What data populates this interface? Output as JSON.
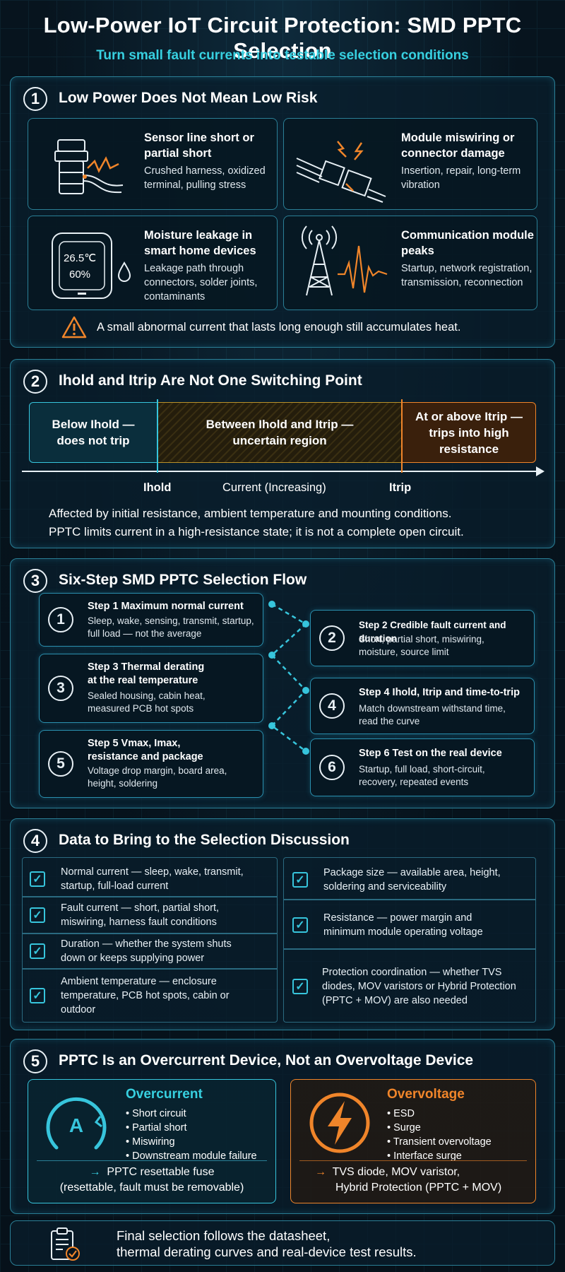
{
  "header": {
    "title": "Low-Power IoT Circuit Protection: SMD PPTC Selection",
    "subtitle": "Turn small fault currents into testable selection conditions"
  },
  "s1": {
    "num": "1",
    "title": "Low Power Does Not Mean Low Risk",
    "cards": [
      {
        "h": "Sensor line short or partial short",
        "d": "Crushed harness, oxidized terminal, pulling stress"
      },
      {
        "h": "Module miswiring or connector damage",
        "d": "Insertion, repair, long-term vibration"
      },
      {
        "h": "Moisture leakage in smart home devices",
        "d": "Leakage path through connectors, solder joints, contaminants",
        "screen_temp": "26.5℃",
        "screen_hum": "60%"
      },
      {
        "h": "Communication module peaks",
        "d": "Startup, network registration, transmission, reconnection"
      }
    ],
    "warning": "A small abnormal current that lasts long enough still accumulates heat."
  },
  "s2": {
    "num": "2",
    "title": "Ihold and Itrip Are Not One Switching Point",
    "zone_below": "Below Ihold — does not trip",
    "zone_between": "Between Ihold and Itrip — uncertain region",
    "zone_above": "At or above Itrip — trips into high resistance",
    "label_ihold": "Ihold",
    "label_axis": "Current (Increasing)",
    "label_itrip": "Itrip",
    "note1": "Affected by initial resistance, ambient temperature and mounting conditions.",
    "note2": "PPTC limits current in a high-resistance state; it is not a complete open circuit."
  },
  "s3": {
    "num": "3",
    "title": "Six-Step SMD PPTC Selection Flow",
    "steps": [
      {
        "n": "1",
        "h": "Step 1 Maximum normal current",
        "d": "Sleep, wake, sensing, transmit, startup, full load — not the average"
      },
      {
        "n": "2",
        "h": "Step 2  Credible fault current and duration",
        "d": "Short, partial short, miswiring, moisture, source limit"
      },
      {
        "n": "3",
        "h": "Step 3 Thermal derating at the real temperature",
        "d": "Sealed housing, cabin heat, measured PCB hot spots"
      },
      {
        "n": "4",
        "h": "Step 4 Ihold, Itrip and time-to-trip",
        "d": "Match downstream withstand time, read the curve"
      },
      {
        "n": "5",
        "h": "Step 5 Vmax, Imax, resistance and package",
        "d": "Voltage drop margin, board area, height, soldering"
      },
      {
        "n": "6",
        "h": "Step 6 Test on the real device",
        "d": "Startup, full load, short-circuit, recovery, repeated events"
      }
    ]
  },
  "s4": {
    "num": "4",
    "title": "Data to Bring to the Selection Discussion",
    "left": [
      "Normal current — sleep, wake, transmit, startup, full-load current",
      "Fault current — short, partial short, miswiring, harness fault conditions",
      "Duration — whether the system shuts down or keeps supplying power",
      "Ambient temperature — enclosure temperature, PCB hot spots, cabin or outdoor"
    ],
    "right": [
      "Package size — available area, height, soldering and serviceability",
      "Resistance — power margin and minimum module operating voltage",
      "Protection coordination — whether TVS diodes, MOV varistors or Hybrid Protection (PPTC + MOV) are also needed"
    ]
  },
  "s5": {
    "num": "5",
    "title": "PPTC Is an Overcurrent Device, Not an Overvoltage Device",
    "oc": {
      "h": "Overcurrent",
      "items": [
        "Short circuit",
        "Partial short",
        "Miswiring",
        "Downstream module failure"
      ],
      "f1": "PPTC resettable fuse",
      "f2": "(resettable, fault must be removable)",
      "gauge": "A"
    },
    "ov": {
      "h": "Overvoltage",
      "items": [
        "ESD",
        "Surge",
        "Transient overvoltage",
        "Interface surge"
      ],
      "f1": "TVS diode, MOV varistor,",
      "f2": "Hybrid Protection (PPTC + MOV)"
    }
  },
  "footer": {
    "line1": "Final selection follows the datasheet,",
    "line2": "thermal derating curves and real-device test results."
  },
  "colors": {
    "cyan": "#37d0e0",
    "orange": "#f0852a",
    "border": "#2a7f96"
  }
}
